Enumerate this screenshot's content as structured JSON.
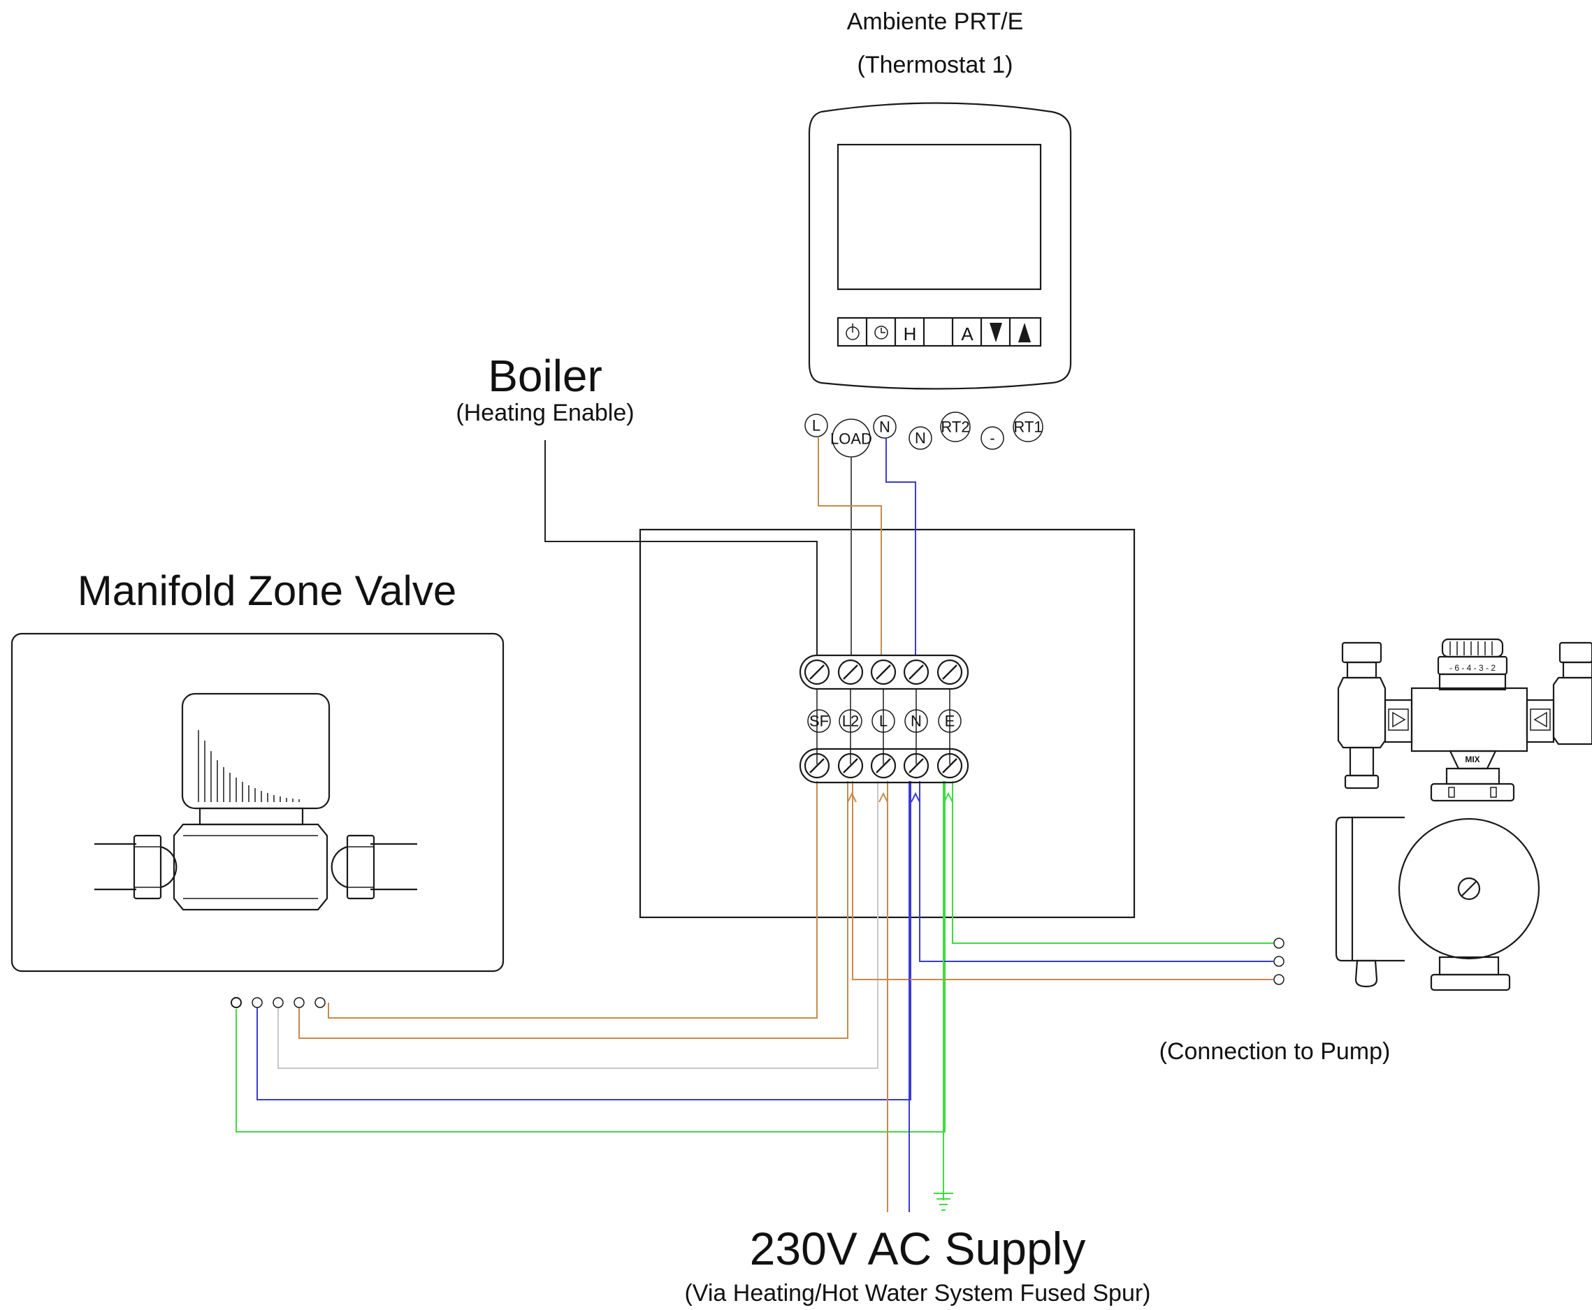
{
  "thermostat": {
    "model": "Ambiente PRT/E",
    "name": "(Thermostat 1)",
    "buttons": [
      "H",
      "A"
    ],
    "terminals": [
      "L",
      "LOAD",
      "N",
      "N",
      "RT2",
      "-",
      "RT1"
    ]
  },
  "boiler": {
    "title": "Boiler",
    "subtitle": "(Heating Enable)"
  },
  "zone_valve": {
    "title": "Manifold Zone Valve"
  },
  "wiring_centre": {
    "terminals": [
      "SF",
      "L2",
      "L",
      "N",
      "E"
    ]
  },
  "pump": {
    "caption": "(Connection to Pump)",
    "mixer_label": "MIX",
    "dial_marks": "- 6 - 4 - 3 - 2"
  },
  "supply": {
    "title": "230V AC Supply",
    "subtitle": "(Via Heating/Hot Water System Fused Spur)"
  },
  "wire_colors": {
    "live": "#c98a4b",
    "load": "#555555",
    "neutral": "#3a3ad6",
    "earth": "#3ddc3d",
    "switched_white": "#c8c8c8",
    "black": "#222222"
  }
}
